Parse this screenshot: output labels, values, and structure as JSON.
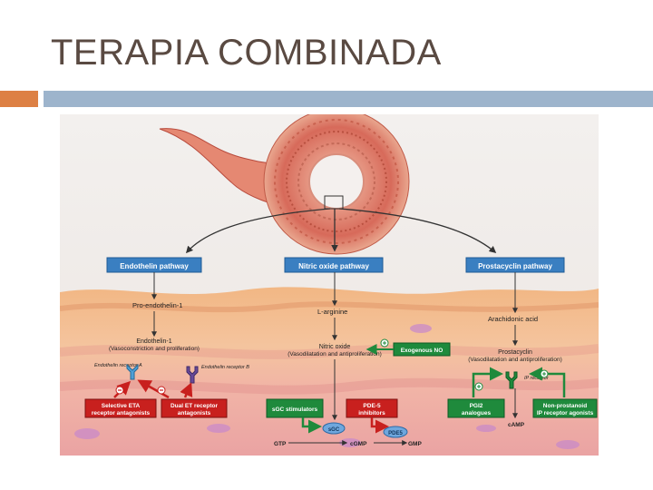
{
  "slide": {
    "title": "TERAPIA COMBINADA"
  },
  "colors": {
    "title_text": "#5a4a42",
    "accent_orange": "#dd8044",
    "accent_blue": "#9db4cc",
    "pathway_box": "#3a7fc1",
    "drug_red": "#c8201e",
    "drug_green": "#1f8a3c"
  },
  "diagram": {
    "pathways": [
      "Endothelin pathway",
      "Nitric oxide pathway",
      "Prostacyclin pathway"
    ],
    "endothelin": {
      "pro": "Pro-endothelin-1",
      "et1": "Endothelin-1",
      "et1_note": "(Vasoconstriction and proliferation)",
      "receptor_a": "Endothelin receptor A",
      "receptor_b": "Endothelin receptor B",
      "drug_1_line1": "Selective ETA",
      "drug_1_line2": "receptor antagonists",
      "drug_2_line1": "Dual ET receptor",
      "drug_2_line2": "antagonists"
    },
    "nitric": {
      "l_arginine": "L-arginine",
      "no": "Nitric oxide",
      "no_note": "(Vasodilatation and antiproliferation)",
      "exogenous": "Exogenous NO",
      "sgc_stim_line1": "sGC stimulators",
      "pde5_line1": "PDE-5",
      "pde5_line2": "inhibitors",
      "sgc": "sGC",
      "pde5": "PDE5",
      "gtp": "GTP",
      "cgmp": "cGMP",
      "gmp": "GMP"
    },
    "prostacyclin": {
      "arachidonic": "Arachidonic acid",
      "prostacyclin": "Prostacyclin",
      "prostacyclin_note": "(Vasodilatation and antiproliferation)",
      "ip_receptor": "IP receptor",
      "pgi2_line1": "PGI2",
      "pgi2_line2": "analogues",
      "nonpros_line1": "Non-prostanoid",
      "nonpros_line2": "IP receptor agonists",
      "camp": "cAMP"
    }
  }
}
